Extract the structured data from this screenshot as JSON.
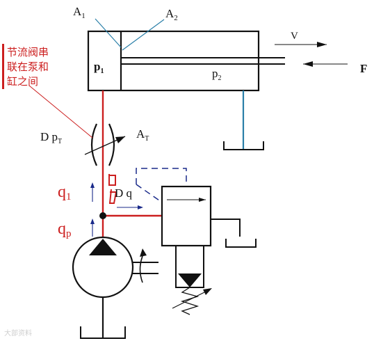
{
  "labels": {
    "area1": "A",
    "area1_sub": "1",
    "area2": "A",
    "area2_sub": "2",
    "velocity": "V",
    "force": "F",
    "p1": "p",
    "p1_sub": "1",
    "p2": "p",
    "p2_sub": "2",
    "delta_p": "D p",
    "delta_p_sub": "T",
    "throttle_area": "A",
    "throttle_area_sub": "T",
    "delta_q": "D q",
    "q1": "q",
    "q1_sub": "1",
    "qp": "q",
    "qp_sub": "p"
  },
  "annotation": {
    "line1": "节流阀串",
    "line2": "联在泵和",
    "line3": "缸之间"
  },
  "watermark": "大部资料",
  "colors": {
    "red_flow": "#cc1f1f",
    "pilot_blue": "#1a2a8a",
    "teal_line": "#2a7fa8",
    "black": "#111111"
  }
}
